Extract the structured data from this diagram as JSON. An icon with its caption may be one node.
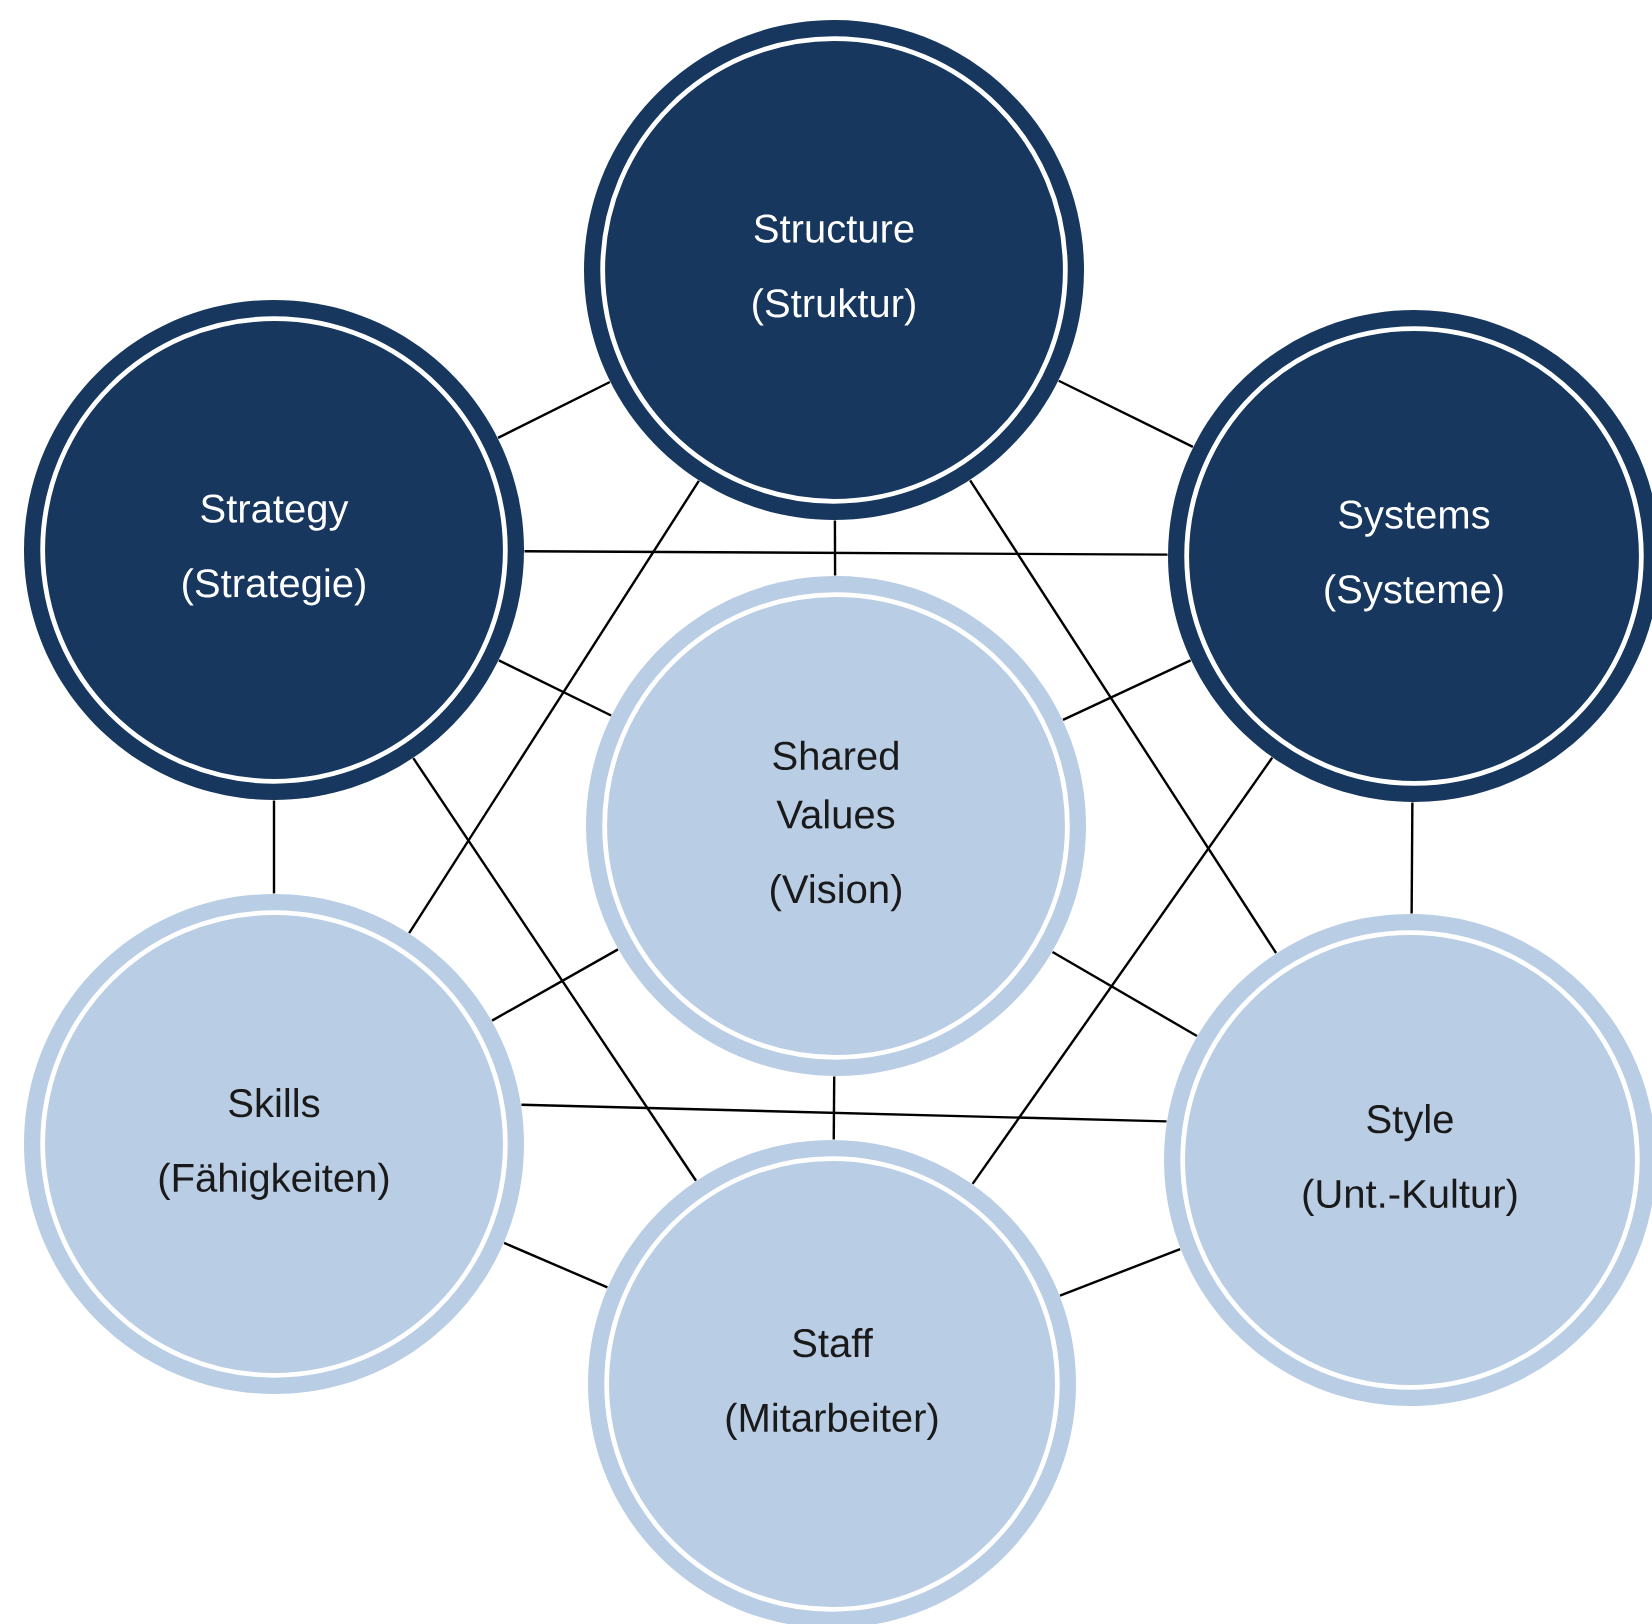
{
  "diagram": {
    "nodes": [
      {
        "text": [
          "Structure",
          "(Struktur)"
        ]
      },
      {
        "text": [
          "Strategy",
          "(Strategie)"
        ]
      },
      {
        "text": [
          "Systems",
          "(Systeme)"
        ]
      },
      {
        "text": [
          "Shared Values",
          "(Vision)"
        ]
      },
      {
        "text": [
          "Skills",
          "(Fähigkeiten)"
        ]
      },
      {
        "text": [
          "Style",
          "(Unt.-Kultur)"
        ]
      },
      {
        "text": [
          "Staff",
          "(Mitarbeiter)"
        ]
      }
    ],
    "edges": [
      {
        "from": 0,
        "to": 1,
        "arrow": "none"
      },
      {
        "from": 0,
        "to": 2,
        "arrow": "none"
      },
      {
        "from": 1,
        "to": 2,
        "arrow": "none"
      },
      {
        "from": 0,
        "to": 3,
        "arrow": "none"
      },
      {
        "from": 0,
        "to": 4,
        "arrow": "none"
      },
      {
        "from": 0,
        "to": 5,
        "arrow": "none"
      },
      {
        "from": 1,
        "to": 3,
        "arrow": "none"
      },
      {
        "from": 1,
        "to": 4,
        "arrow": "none"
      },
      {
        "from": 1,
        "to": 6,
        "arrow": "none"
      },
      {
        "from": 2,
        "to": 3,
        "arrow": "none"
      },
      {
        "from": 2,
        "to": 5,
        "arrow": "none"
      },
      {
        "from": 2,
        "to": 6,
        "arrow": "none"
      },
      {
        "from": 4,
        "to": 3,
        "arrow": "none"
      },
      {
        "from": 5,
        "to": 3,
        "arrow": "none"
      },
      {
        "from": 4,
        "to": 5,
        "arrow": "none"
      },
      {
        "from": 4,
        "to": 6,
        "arrow": "none"
      },
      {
        "from": 5,
        "to": 6,
        "arrow": "none"
      },
      {
        "from": 3,
        "to": 6,
        "arrow": "none"
      }
    ]
  }
}
